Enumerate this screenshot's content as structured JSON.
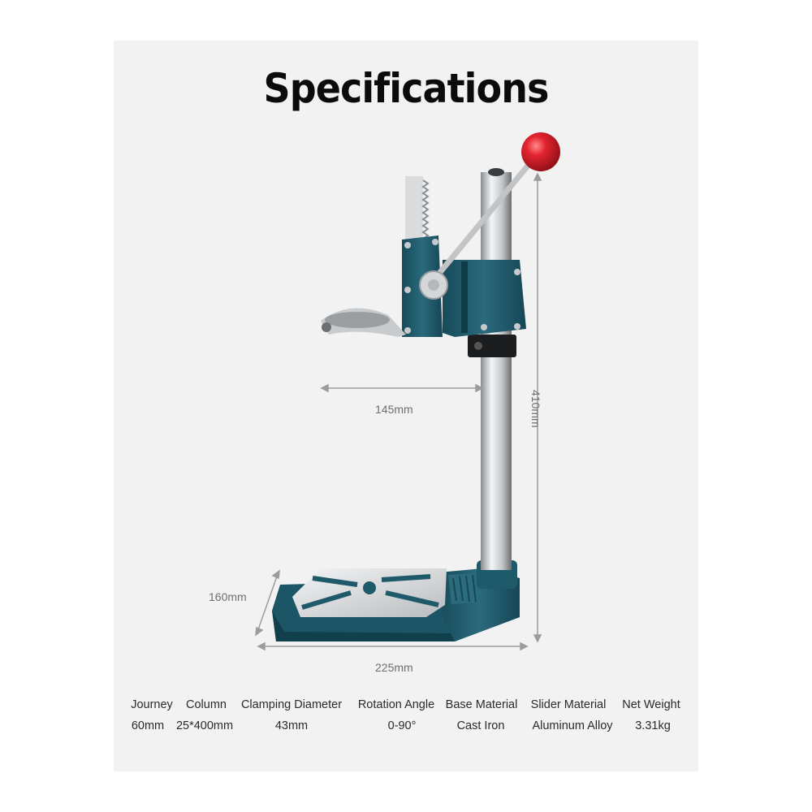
{
  "title": "Specifications",
  "dimensions": {
    "arm_reach": "145mm",
    "base_depth": "160mm",
    "base_width": "225mm",
    "height": "410mm"
  },
  "specs": {
    "headers": [
      "Journey",
      "Column",
      "Clamping Diameter",
      "Rotation Angle",
      "Base Material",
      "Slider Material",
      "Net Weight"
    ],
    "values": [
      "60mm",
      "25*400mm",
      "43mm",
      "0-90°",
      "Cast Iron",
      "Aluminum Alloy",
      "3.31kg"
    ]
  },
  "colors": {
    "body": "#1f5a6b",
    "knob": "#d0202a",
    "metal": "#c9ccce",
    "background": "#f2f2f2"
  }
}
